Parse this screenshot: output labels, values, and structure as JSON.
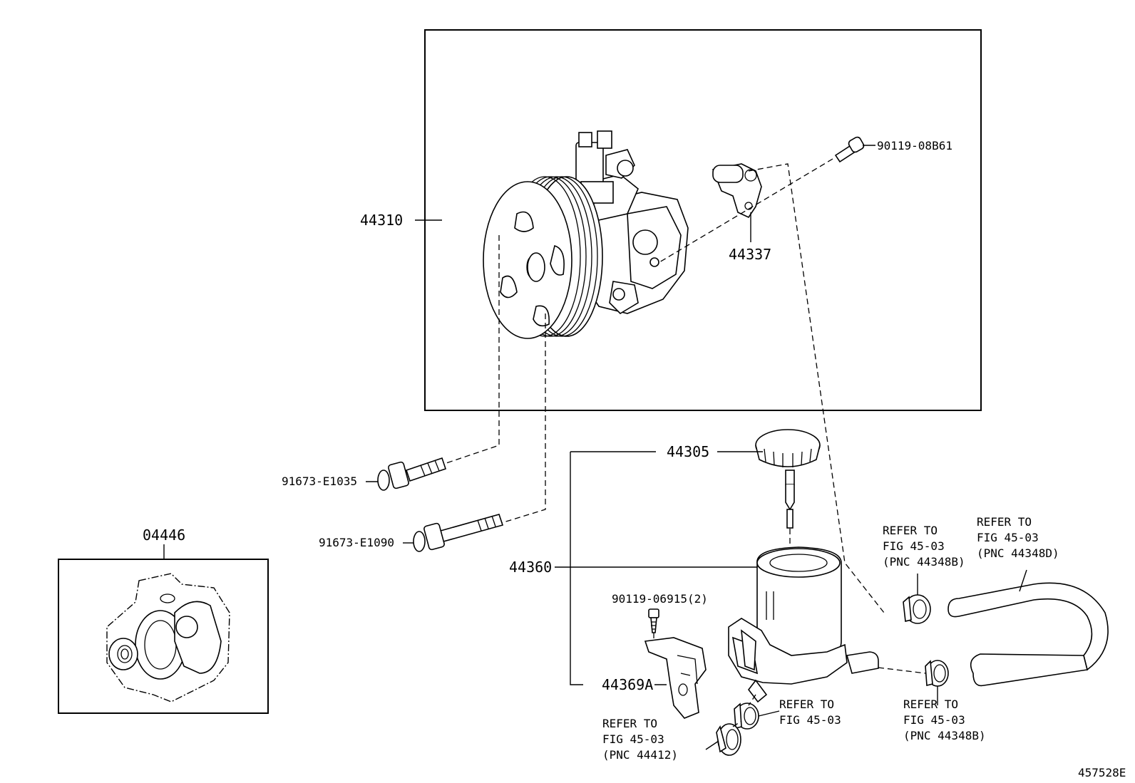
{
  "diagram_id": "457528E",
  "callouts": {
    "pump_assembly": "44310",
    "bolt_top": "90119-08B61",
    "bracket": "44337",
    "bolt_long_a": "91673-E1035",
    "bolt_long_b": "91673-E1090",
    "gasket_kit": "04446",
    "reservoir_cap": "44305",
    "reservoir": "44360",
    "bolt_bracket": "90119-06915(2)",
    "reservoir_bracket": "44369A"
  },
  "refer_notes": {
    "clamp_upper": {
      "line1": "REFER TO",
      "line2": "FIG 45-03",
      "line3": "(PNC 44348B)"
    },
    "hose_upper": {
      "line1": "REFER TO",
      "line2": "FIG 45-03",
      "line3": "(PNC 44348D)"
    },
    "clamp_lower_mid": {
      "line1": "REFER TO",
      "line2": "FIG 45-03"
    },
    "clamp_lower_right": {
      "line1": "REFER TO",
      "line2": "FIG 45-03",
      "line3": "(PNC 44348B)"
    },
    "hose_lower_left": {
      "line1": "REFER TO",
      "line2": "FIG 45-03",
      "line3": "(PNC 44412)"
    }
  },
  "icons": [
    "pump-icon",
    "pulley-icon",
    "bolt-icon",
    "reservoir-icon",
    "cap-icon",
    "clamp-icon",
    "hose-icon",
    "gasket-icon",
    "bracket-icon"
  ]
}
